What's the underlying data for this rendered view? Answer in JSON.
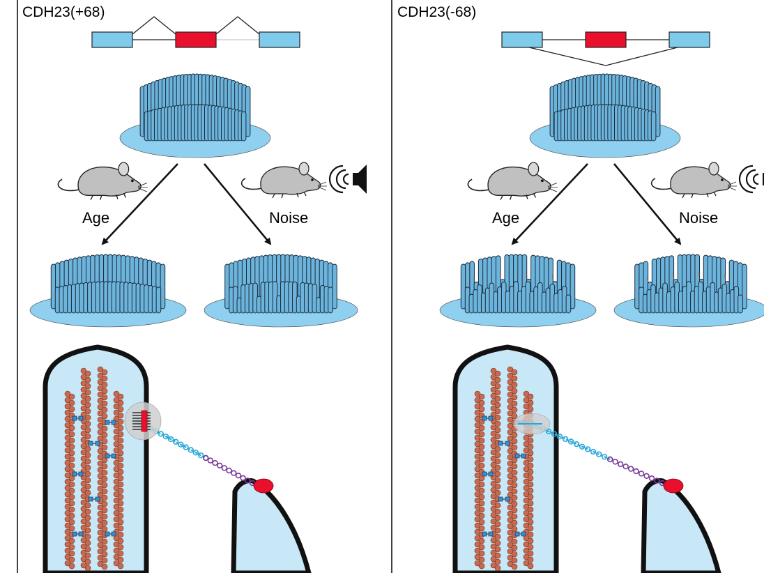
{
  "panels": [
    {
      "title": "CDH23(+68)",
      "variant": "exon-included",
      "labels": {
        "age": "Age",
        "noise": "Noise"
      }
    },
    {
      "title": "CDH23(-68)",
      "variant": "exon-skipped",
      "labels": {
        "age": "Age",
        "noise": "Noise"
      }
    }
  ],
  "colors": {
    "exon_constitutive": "#7ecbeb",
    "exon_alternative": "#e8102c",
    "stereocilia": "#6cb4dc",
    "hair_cell_base": "#8fd0f0",
    "cell_interior": "#c8e8f8",
    "actin_bead": "#c96a50",
    "tip_link_cdh23": "#29a8d8",
    "tip_link_pcdh15": "#7b3a96",
    "insertion_point": "#e8102c",
    "mouse_body": "#c0c0c0"
  }
}
